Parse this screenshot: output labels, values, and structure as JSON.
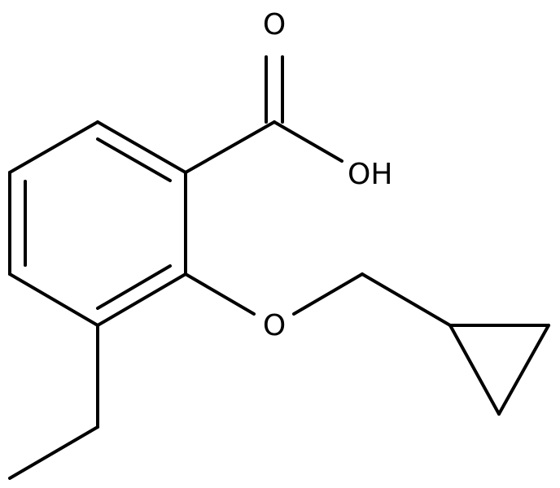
{
  "molecule": {
    "atoms": [
      {
        "id": "O_carbonyl",
        "label": "O"
      },
      {
        "id": "OH_acid",
        "label": "OH"
      },
      {
        "id": "O_ether",
        "label": "O"
      }
    ]
  },
  "colors": {
    "bond": "#000000",
    "background": "#ffffff"
  }
}
